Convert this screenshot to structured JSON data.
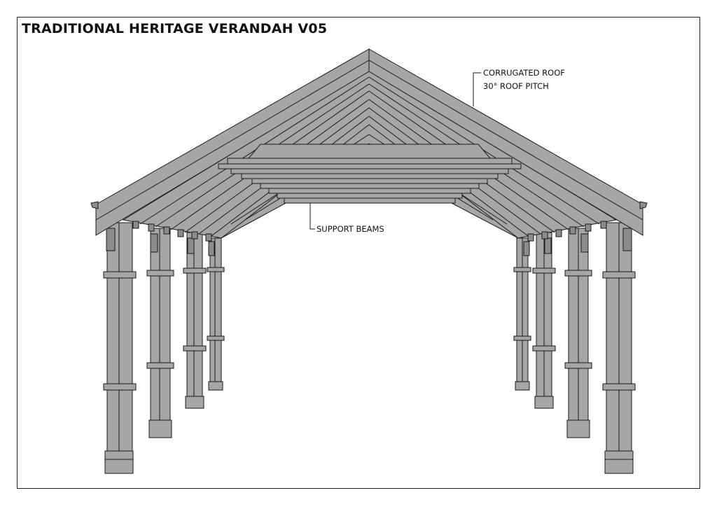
{
  "drawing": {
    "title": "TRADITIONAL HERITAGE VERANDAH V05",
    "annotations": {
      "roof_line1": "CORRUGATED ROOF",
      "roof_line2": "30° ROOF PITCH",
      "beams": "SUPPORT BEAMS"
    }
  },
  "colors": {
    "structure_fill": "#a6a6a6",
    "structure_dark": "#8c8c8c",
    "outline": "#1a1a1a",
    "paper": "#ffffff"
  }
}
